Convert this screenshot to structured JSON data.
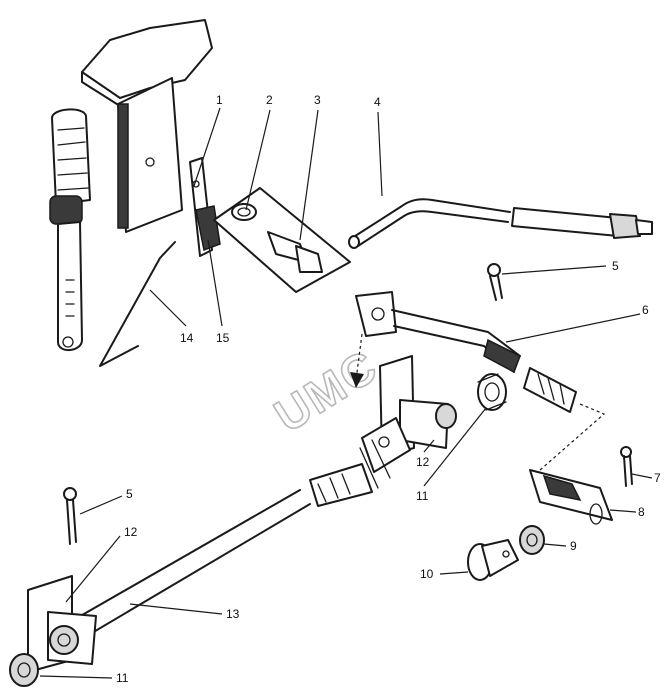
{
  "watermark": "UMC",
  "callouts": [
    {
      "id": "1",
      "label": "1"
    },
    {
      "id": "2",
      "label": "2"
    },
    {
      "id": "3",
      "label": "3"
    },
    {
      "id": "4",
      "label": "4"
    },
    {
      "id": "5a",
      "label": "5"
    },
    {
      "id": "6",
      "label": "6"
    },
    {
      "id": "7",
      "label": "7"
    },
    {
      "id": "8",
      "label": "8"
    },
    {
      "id": "9",
      "label": "9"
    },
    {
      "id": "10",
      "label": "10"
    },
    {
      "id": "11a",
      "label": "11"
    },
    {
      "id": "12a",
      "label": "12"
    },
    {
      "id": "5b",
      "label": "5"
    },
    {
      "id": "12b",
      "label": "12"
    },
    {
      "id": "13",
      "label": "13"
    },
    {
      "id": "11b",
      "label": "11"
    },
    {
      "id": "14",
      "label": "14"
    },
    {
      "id": "15",
      "label": "15"
    }
  ]
}
